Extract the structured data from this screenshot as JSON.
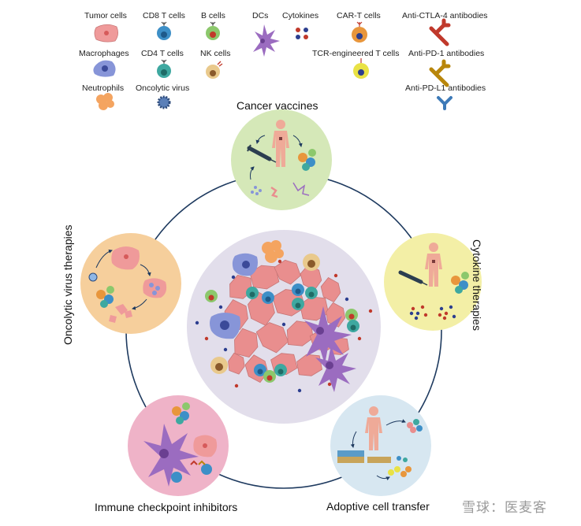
{
  "legend": {
    "tumor_cells": "Tumor cells",
    "cd8_t_cells": "CD8 T cells",
    "b_cells": "B cells",
    "dcs": "DCs",
    "cytokines": "Cytokines",
    "car_t_cells": "CAR-T cells",
    "anti_ctla4": "Anti-CTLA-4 antibodies",
    "macrophages": "Macrophages",
    "cd4_t_cells": "CD4 T cells",
    "nk_cells": "NK cells",
    "tcr_t_cells": "TCR-engineered T cells",
    "anti_pd1": "Anti-PD-1 antibodies",
    "neutrophils": "Neutrophils",
    "oncolytic_virus": "Oncolytic virus",
    "anti_pdl1": "Anti-PD-L1 antibodies"
  },
  "therapies": {
    "cancer_vaccines": "Cancer vaccines",
    "cytokine_therapies": "Cytokine therapies",
    "adoptive_cell_transfer": "Adoptive cell transfer",
    "immune_checkpoint_inhibitors": "Immune checkpoint inhibitors",
    "oncolytic_virus_therapies": "Oncolytic virus therapies"
  },
  "colors": {
    "vaccines_bg": "#d5e8b8",
    "cytokine_bg": "#f3efa6",
    "adoptive_bg": "#d7e7f1",
    "checkpoint_bg": "#efb3c8",
    "oncolytic_bg": "#f6cf9c",
    "center_bg": "#e2deeb",
    "tumor": "#e98e8e",
    "ring": "#1e3a5f"
  },
  "watermark": "雪球：医麦客"
}
